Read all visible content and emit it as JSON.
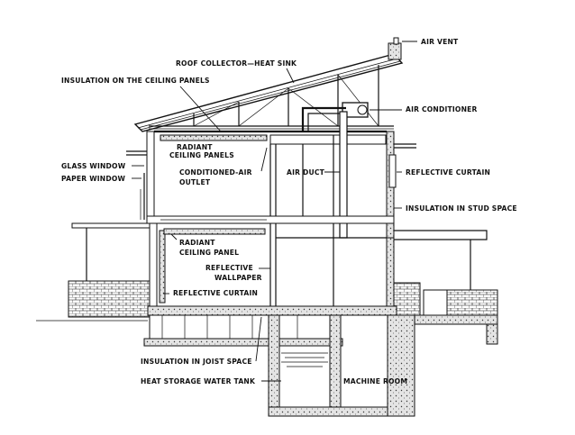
{
  "labels": {
    "air_vent": "AIR VENT",
    "roof_collector": "ROOF COLLECTOR—HEAT SINK",
    "insulation_ceiling": "INSULATION ON THE CEILING PANELS",
    "air_conditioner": "AIR CONDITIONER",
    "radiant_ceiling_panels_1": "RADIANT",
    "radiant_ceiling_panels_2": "CEILING PANELS",
    "glass_window": "GLASS WINDOW",
    "paper_window": "PAPER WINDOW",
    "conditioned_air_1": "CONDITIONED-AIR",
    "conditioned_air_2": "OUTLET",
    "air_duct": "AIR DUCT",
    "reflective_curtain_upper": "REFLECTIVE CURTAIN",
    "insulation_stud": "INSULATION IN STUD SPACE",
    "radiant_ceiling_panel_1": "RADIANT",
    "radiant_ceiling_panel_2": "CEILING PANEL",
    "reflective_wallpaper_1": "REFLECTIVE",
    "reflective_wallpaper_2": "WALLPAPER",
    "reflective_curtain_lower": "REFLECTIVE CURTAIN",
    "insulation_joist": "INSULATION IN JOIST SPACE",
    "heat_storage_tank": "HEAT STORAGE WATER TANK",
    "machine_room": "MACHINE ROOM"
  }
}
